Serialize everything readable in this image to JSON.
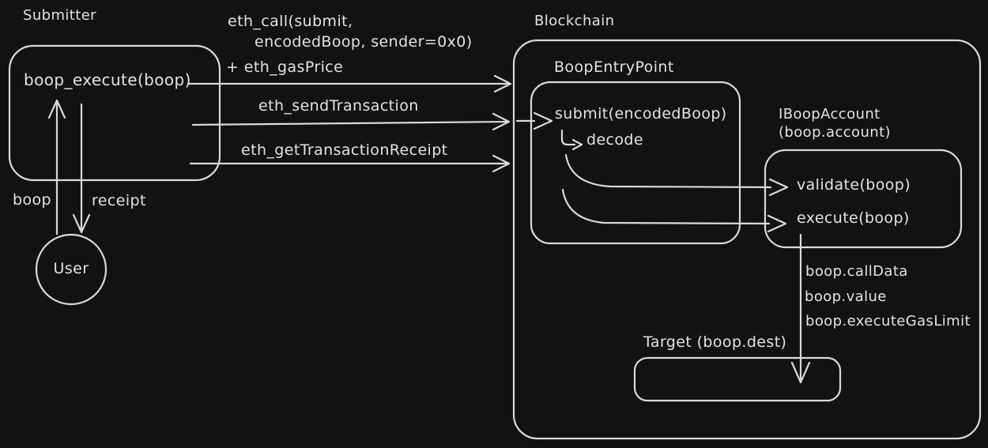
{
  "canvas": {
    "background_color": "#121212",
    "stroke_color": "#d9d9de",
    "text_color": "#e3e3e7"
  },
  "submitter": {
    "title": "Submitter",
    "method": "boop_execute(boop)"
  },
  "rpc_calls": {
    "eth_call_line1": "eth_call(submit,",
    "eth_call_line2": "encodedBoop, sender=0x0)",
    "eth_call_line3": "+ eth_gasPrice",
    "send_transaction": "eth_sendTransaction",
    "get_transaction_receipt": "eth_getTransactionReceipt"
  },
  "blockchain": {
    "title": "Blockchain"
  },
  "entry_point": {
    "title": "BoopEntryPoint",
    "submit_method": "submit(encodedBoop)",
    "decode_step": "decode"
  },
  "account": {
    "title_line1": "IBoopAccount",
    "title_line2": "(boop.account)",
    "validate_method": "validate(boop)",
    "execute_method": "execute(boop)"
  },
  "execute_args": [
    "boop.callData",
    "boop.value",
    "boop.executeGasLimit"
  ],
  "target": {
    "title": "Target (boop.dest)"
  },
  "user": {
    "label": "User",
    "boop_label": "boop",
    "receipt_label": "receipt"
  }
}
